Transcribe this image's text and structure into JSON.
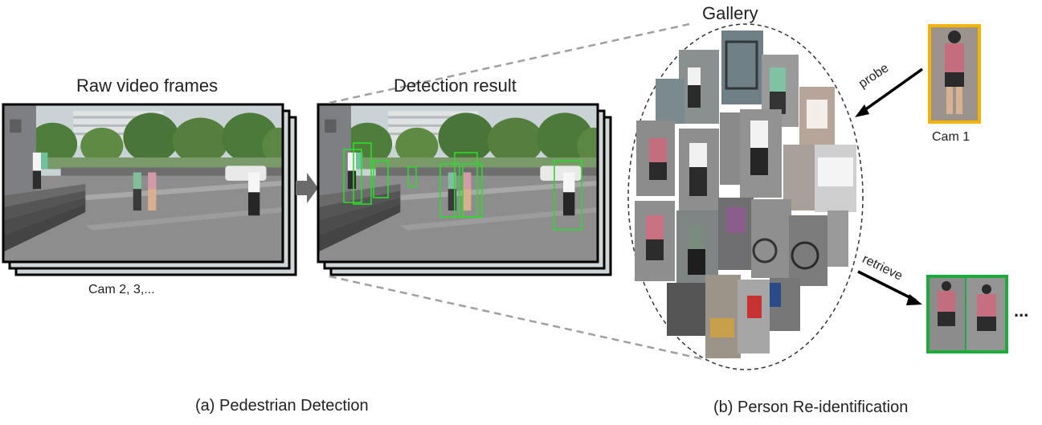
{
  "raw_frames": {
    "title": "Raw video frames",
    "caption": "Cam 2, 3,..."
  },
  "detection": {
    "title": "Detection result"
  },
  "gallery": {
    "title": "Gallery"
  },
  "probe": {
    "arrow_label": "probe",
    "camera_label": "Cam 1"
  },
  "retrieve": {
    "arrow_label": "retrieve",
    "ellipsis": "..."
  },
  "captions": {
    "left": "(a) Pedestrian Detection",
    "right": "(b) Person Re-identification"
  },
  "colors": {
    "frame_border": "#000000",
    "detection_box": "#2bdc2b",
    "probe_border": "#f5b400",
    "retrieve_border": "#1faa3c",
    "sky": "#c9d3d6",
    "trees": "#4f7d3c",
    "ground": "#8d8d8d",
    "steps": "#5a5a5a",
    "building": "#7d7f82"
  }
}
